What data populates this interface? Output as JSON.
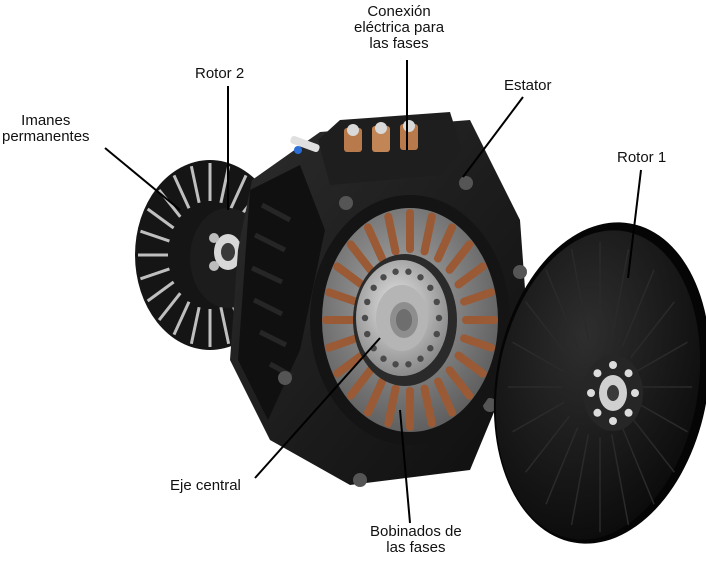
{
  "labels": {
    "conexion": [
      "Conexión",
      "eléctrica para",
      "las fases"
    ],
    "rotor2": [
      "Rotor 2"
    ],
    "estator": [
      "Estator"
    ],
    "imanes": [
      "Imanes",
      "permanentes"
    ],
    "rotor1": [
      "Rotor 1"
    ],
    "eje": [
      "Eje central"
    ],
    "bobinados": [
      "Bobinados de",
      "las fases"
    ]
  },
  "colors": {
    "housing": "#1a1a1a",
    "copper": "#9a5a35",
    "laminations": "#8c8c8c",
    "steel": "#c8c8c8",
    "rotor_disc": "#141414"
  }
}
